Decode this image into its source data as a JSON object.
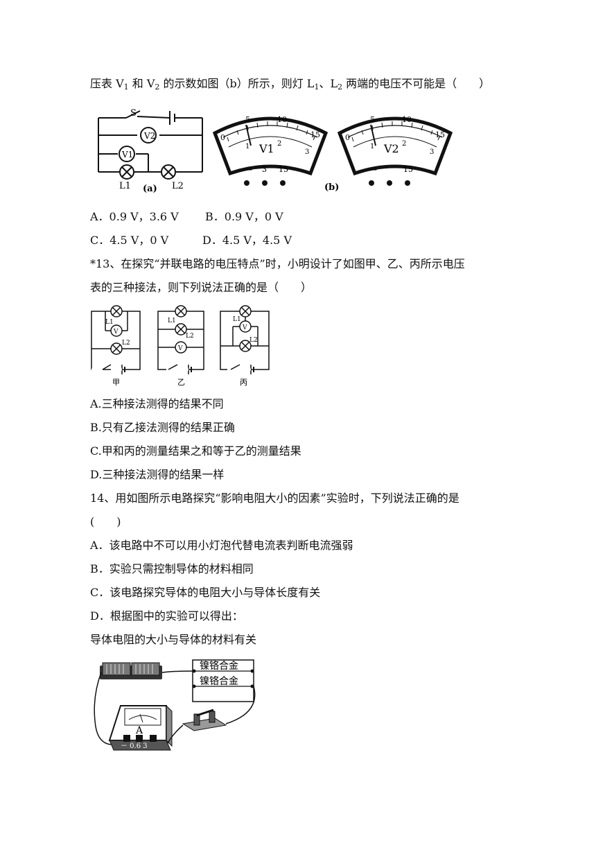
{
  "q12": {
    "stem_a": "压表 V",
    "sub1": "1",
    "stem_b": " 和 V",
    "sub2": "2",
    "stem_c": " 的示数如图（b）所示，则灯 L",
    "sub3": "1",
    "stem_d": "、L",
    "sub4": "2",
    "stem_e": " 两端的电压不可能是（　　）",
    "fig_a": {
      "label": "(a)",
      "switch": "S",
      "v2": "V2",
      "v1": "V1",
      "l1": "L1",
      "l2": "L2"
    },
    "fig_b": {
      "label": "(b)",
      "meter1": {
        "name": "V1",
        "top_ticks": [
          "0",
          "5",
          "10",
          "15"
        ],
        "bottom_ticks": [
          "1",
          "2",
          "3"
        ],
        "terminals": [
          "—",
          "3",
          "15"
        ]
      },
      "meter2": {
        "name": "V2",
        "top_ticks": [
          "0",
          "5",
          "10",
          "15"
        ],
        "bottom_ticks": [
          "1",
          "2",
          "3"
        ],
        "terminals": [
          "—",
          "",
          "15"
        ]
      }
    },
    "options": {
      "A": "A．0.9 V，3.6 V",
      "B": "B．0.9 V，0 V",
      "C": "C．4.5 V，0 V",
      "D": "D．4.5 V，4.5 V"
    }
  },
  "q13": {
    "line1": "*13、在探究“并联电路的电压特点”时，小明设计了如图甲、乙、丙所示电压",
    "line2": "表的三种接法，则下列说法正确的是（　　）",
    "fig_labels": {
      "jia": "甲",
      "yi": "乙",
      "bing": "丙",
      "l1": "L1",
      "l2": "L2",
      "v": "V"
    },
    "options": {
      "A": "A.三种接法测得的结果不同",
      "B": "B.只有乙接法测得的结果正确",
      "C": "C.甲和丙的测量结果之和等于乙的测量结果",
      "D": "D.三种接法测得的结果一样"
    }
  },
  "q14": {
    "line1": "14、用如图所示电路探究“影响电阻大小的因素”实验时，下列说法正确的是",
    "line2": "(　　)",
    "options": {
      "A": "A．该电路中不可以用小灯泡代替电流表判断电流强弱",
      "B": "B．实验只需控制导体的材料相同",
      "C": "C．该电路探究导体的电阻大小与导体长度有关",
      "D": "D．根据图中的实验可以得出："
    },
    "conclusion": "导体电阻的大小与导体的材料有关",
    "fig": {
      "wire1": "镍铬合金",
      "wire2": "镍铬合金",
      "ammeter": "A",
      "terminals": "－ 0.6 3"
    }
  }
}
